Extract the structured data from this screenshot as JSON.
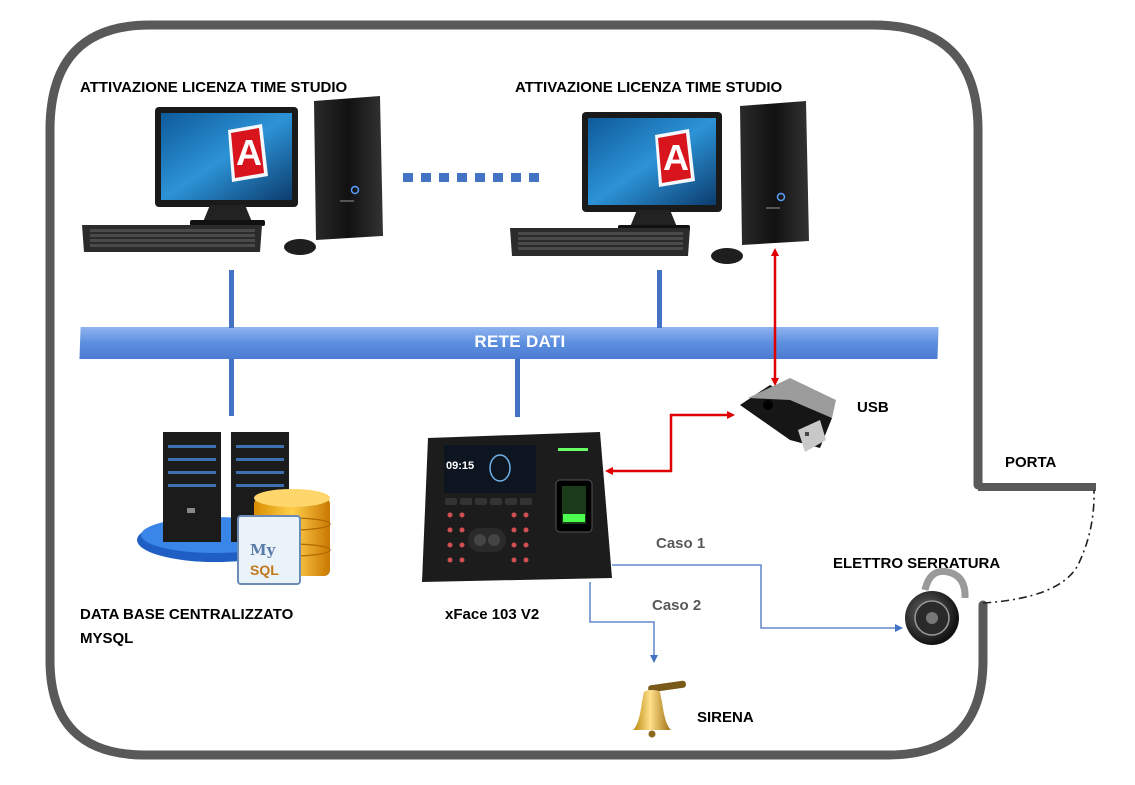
{
  "labels": {
    "pc_left": "ATTIVAZIONE LICENZA TIME STUDIO",
    "pc_right": "ATTIVAZIONE LICENZA TIME STUDIO",
    "bus": "RETE DATI",
    "database_line1": "DATA BASE CENTRALIZZATO",
    "database_line2": "MYSQL",
    "device": "xFace 103 V2",
    "usb": "USB",
    "door": "PORTA",
    "lock": "ELETTRO SERRATURA",
    "case1": "Caso 1",
    "case2": "Caso 2",
    "siren": "SIRENA"
  },
  "screen": {
    "logo_letter": "A",
    "clock": "09:15"
  },
  "mysql_logo": {
    "line1": "My",
    "line2": "SQL"
  },
  "colors": {
    "enclosure": "#595959",
    "bus": "#6f9be6",
    "link": "#4472c4",
    "usb_arrow": "#e00000"
  },
  "icons": [
    "desktop-computer-icon",
    "server-icon",
    "mysql-database-icon",
    "face-terminal-icon",
    "usb-drive-icon",
    "combination-lock-icon",
    "bell-icon"
  ]
}
